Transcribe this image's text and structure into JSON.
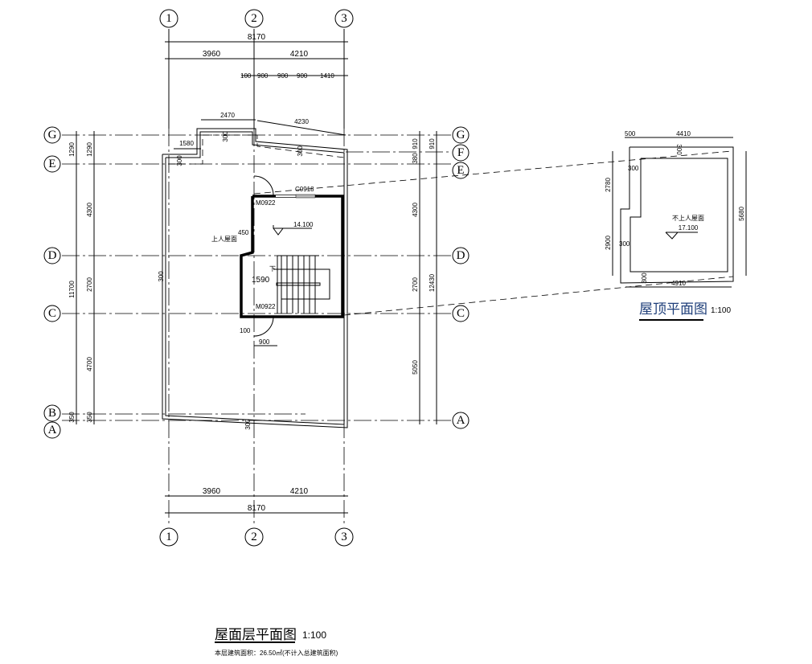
{
  "main_plan": {
    "title": "屋面层平面图",
    "scale": "1:100",
    "note": "本层建筑面积：26.50㎡(不计入总建筑面积)",
    "axes_vertical": [
      "1",
      "2",
      "3"
    ],
    "axes_horizontal": [
      "G",
      "F",
      "E",
      "D",
      "C",
      "B",
      "A"
    ],
    "top_dims": {
      "total": "8170",
      "bays": [
        "3960",
        "4210"
      ],
      "detail": [
        "100",
        "900",
        "900",
        "900",
        "1410"
      ]
    },
    "bottom_dims": {
      "total": "8170",
      "bays": [
        "3960",
        "4210"
      ]
    },
    "left_dims": {
      "outer": [
        "1290",
        "11700",
        "350"
      ],
      "inner": [
        "1290",
        "4300",
        "2700",
        "4700",
        "350"
      ]
    },
    "right_dims": {
      "outer": [
        "910",
        "12430"
      ],
      "inner": [
        "910",
        "380",
        "4300",
        "2700",
        "5050"
      ]
    },
    "parapet_dims": [
      "2470",
      "4230",
      "1580"
    ],
    "wall_thickness": "300",
    "door_label": "M0922",
    "window_label": "C0918",
    "roof_label": "上人屋面",
    "elevation": "14.100",
    "stair_down": "下",
    "misc_dims": [
      "450",
      "1590",
      "100",
      "900"
    ]
  },
  "roof_plan": {
    "title": "屋顶平面图",
    "scale": "1:100",
    "top_dims": [
      "500",
      "4410"
    ],
    "left_dims": [
      "2780",
      "2900"
    ],
    "right_dim": "5680",
    "bottom_dim": "4910",
    "wall_thickness": "300",
    "roof_label": "不上人屋面",
    "elevation": "17.100"
  }
}
